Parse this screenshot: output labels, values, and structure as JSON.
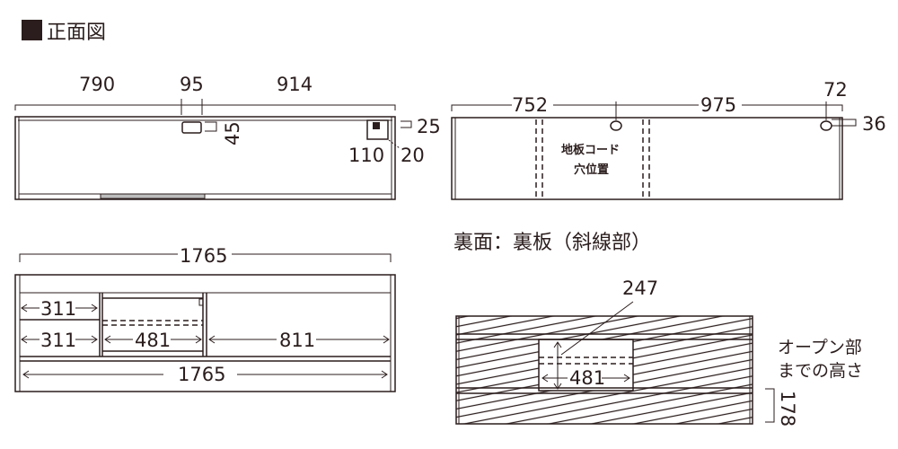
{
  "colors": {
    "ink": "#2b1d1d",
    "panel_gray": "#bdbdbd"
  },
  "front_view": {
    "heading": "正面図",
    "top_dims": {
      "left": "790",
      "knob": "95",
      "right": "914"
    },
    "knob_height": "45",
    "cord_box": {
      "top_offset": "25",
      "width": "110",
      "side_offset": "20"
    }
  },
  "top_view": {
    "dims": {
      "left": "752",
      "middle": "975",
      "right": "72"
    },
    "hole_offset": "36",
    "cord_label_line1": "地板コード",
    "cord_label_line2": "穴位置"
  },
  "inner_view": {
    "overall_top": "1765",
    "left_upper": "311",
    "left_lower": "311",
    "middle": "481",
    "right": "811",
    "overall_bottom": "1765"
  },
  "back_view": {
    "heading": "裏面：裏板（斜線部）",
    "opening_height": "247",
    "opening_width": "481",
    "note_line1": "オープン部",
    "note_line2": "までの高さ",
    "height_to_opening": "178"
  }
}
